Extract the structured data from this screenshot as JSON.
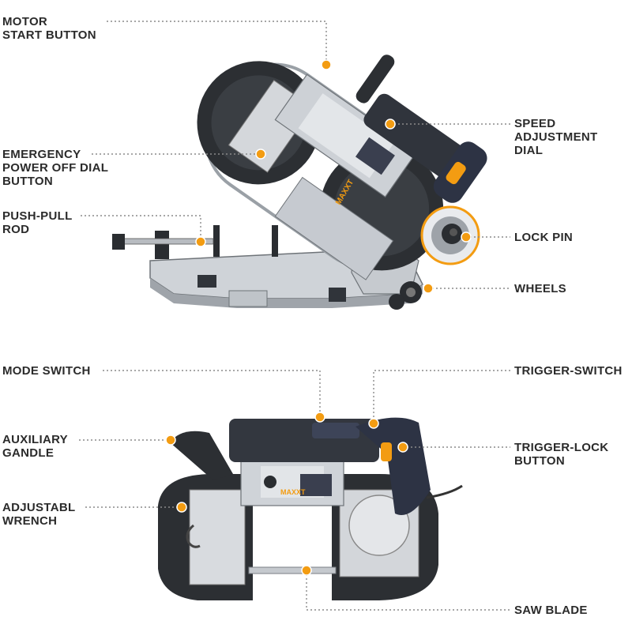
{
  "accent_color": "#f39c12",
  "leader_color": "#8a8a8a",
  "top_view": {
    "labels": {
      "motor_start": [
        "MOTOR",
        "START BUTTON"
      ],
      "emergency": [
        "EMERGENCY",
        "POWER OFF DIAL",
        "BUTTON"
      ],
      "push_pull": [
        "PUSH-PULL",
        "ROD"
      ],
      "speed": [
        "SPEED",
        "ADJUSTMENT",
        "DIAL"
      ],
      "lock_pin": [
        "LOCK PIN"
      ],
      "wheels": [
        "WHEELS"
      ]
    },
    "brand_text": "MAXXT"
  },
  "bottom_view": {
    "labels": {
      "mode_switch": [
        "MODE SWITCH"
      ],
      "auxiliary": [
        "AUXILIARY",
        "GANDLE"
      ],
      "wrench": [
        "ADJUSTABL",
        "WRENCH"
      ],
      "trigger_switch": [
        "TRIGGER-SWITCH"
      ],
      "trigger_lock": [
        "TRIGGER-LOCK",
        "BUTTON"
      ],
      "saw_blade": [
        "SAW BLADE"
      ]
    },
    "brand_text": "MAXXT"
  }
}
